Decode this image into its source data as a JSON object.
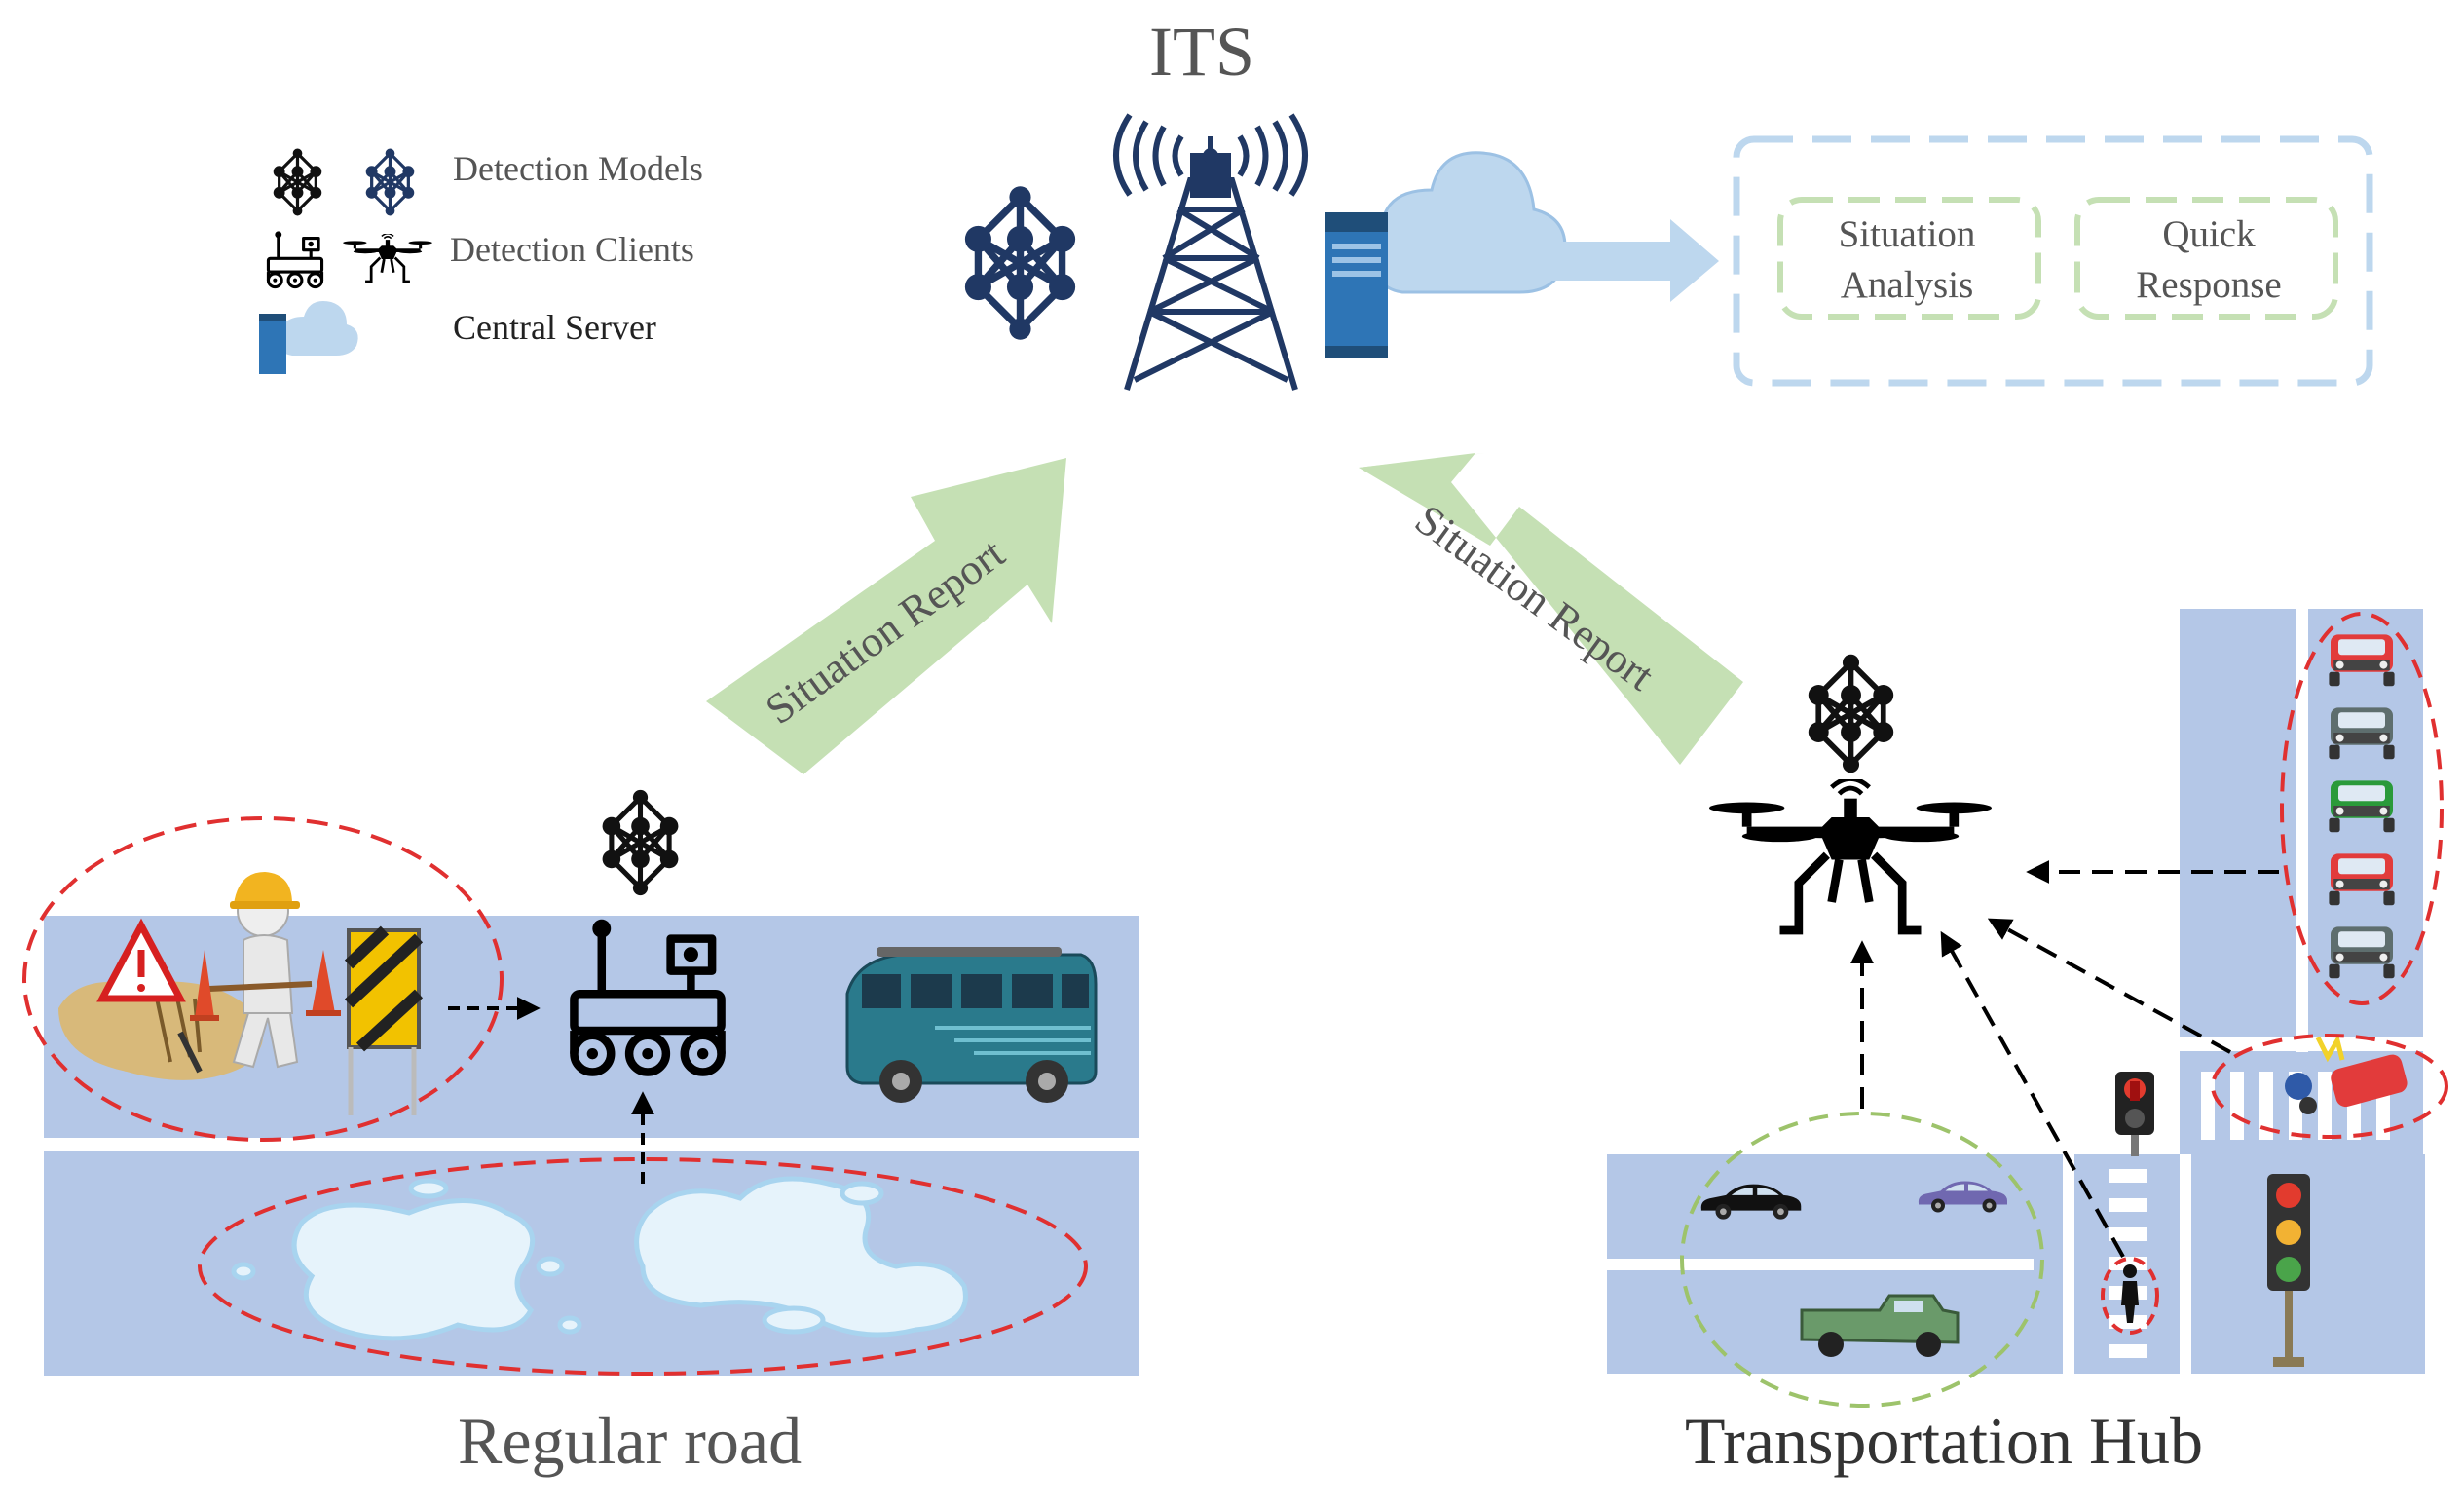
{
  "title": "ITS",
  "legend": {
    "models": "Detection Models",
    "clients": "Detection Clients",
    "server": "Central Server"
  },
  "output_boxes": {
    "situation_analysis": [
      "Situation",
      "Analysis"
    ],
    "quick_response": [
      "Quick",
      "Response"
    ]
  },
  "arrows": {
    "left_report": "Situation Report",
    "right_report": "Situation Report"
  },
  "scenes": {
    "regular_road": "Regular road",
    "transportation_hub": "Transportation Hub"
  },
  "colors": {
    "road": "#b4c7e7",
    "icon_navy": "#203864",
    "report_arrow": "#c5e0b4",
    "server_arrow": "#bdd7ee",
    "box_outer": "#bdd7ee",
    "box_inner": "#c5e0b4",
    "red_highlight": "#e03030",
    "green_highlight": "#9dc36b"
  }
}
